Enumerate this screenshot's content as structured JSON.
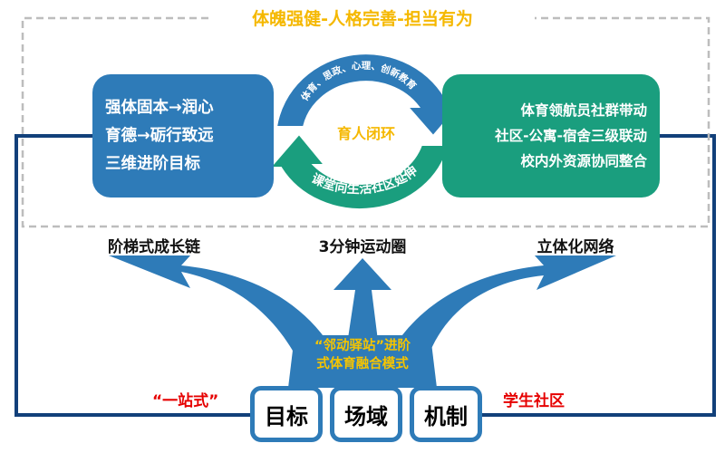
{
  "title": "体魄强健-人格完善-担当有为",
  "left_box": {
    "lines": [
      "强体固本→润心",
      "育德→砺行致远",
      "三维进阶目标"
    ]
  },
  "cycle": {
    "center": "育人闭环",
    "top_arc": "体育、思政、心理、创新教育",
    "bottom_arc": "课堂向生活社区延伸"
  },
  "right_box": {
    "lines": [
      "体育领航员社群带动",
      "社区-公寓-宿舍三级联动",
      "校内外资源协同整合"
    ]
  },
  "branches": {
    "left": "阶梯式成长链",
    "center": "3分钟运动圈",
    "right": "立体化网络"
  },
  "hub": {
    "line1": "“邻动驿站”进阶",
    "line2": "式体育融合模式"
  },
  "side_labels": {
    "left": "“一站式”",
    "right": "学生社区"
  },
  "pillars": [
    "目标",
    "场域",
    "机制"
  ],
  "colors": {
    "blue": "#2e7bb8",
    "green": "#1a9e7e",
    "gold": "#f5b800",
    "navy": "#12407a",
    "red": "#e60000",
    "dash": "#bdbdbd"
  }
}
